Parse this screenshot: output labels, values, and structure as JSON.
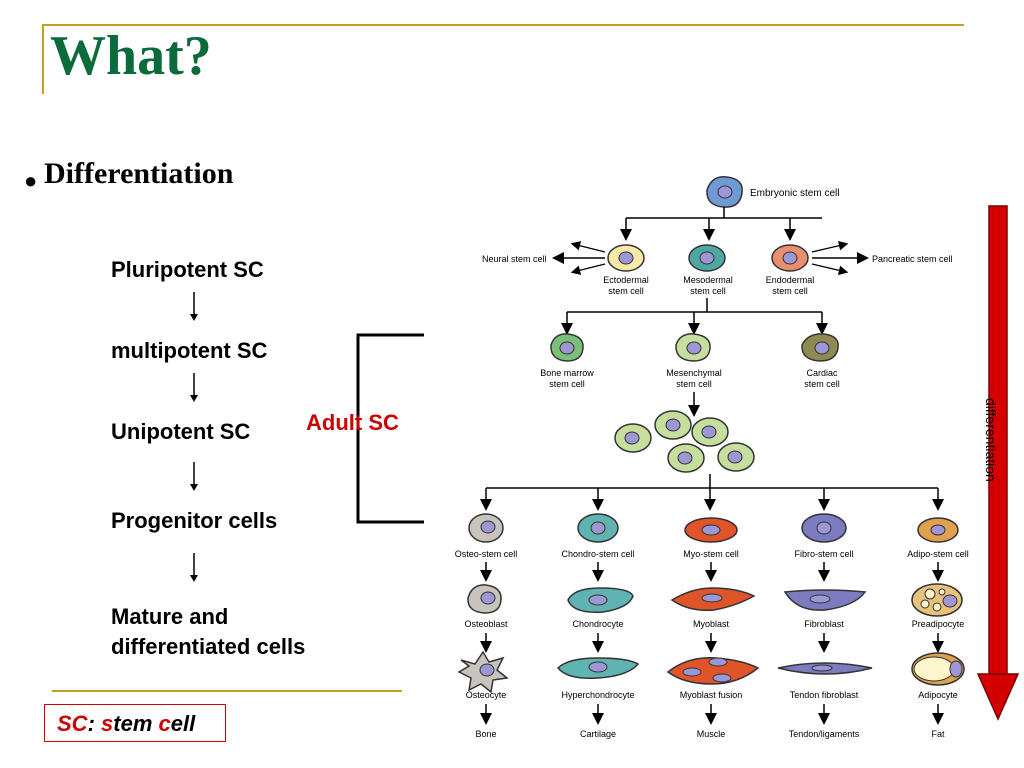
{
  "slide": {
    "title": "What?",
    "bullet": "Differentiation",
    "levels": [
      "Pluripotent SC",
      "multipotent SC",
      "Unipotent SC",
      "Progenitor cells",
      "Mature and",
      "differentiated cells"
    ],
    "adult_label": "Adult SC",
    "footnote": {
      "a": "SC",
      "b": ": ",
      "c": "s",
      "d": "tem ",
      "e": "c",
      "f": "ell"
    }
  },
  "diagram": {
    "top": "Embryonic stem cell",
    "germ": [
      "Ectodermal",
      "stem cell",
      "Mesodermal",
      "stem cell",
      "Endodermal",
      "stem cell"
    ],
    "side": [
      "Neural stem cell",
      "Pancreatic stem cell"
    ],
    "adult": [
      "Bone marrow",
      "stem cell",
      "Mesenchymal",
      "stem cell",
      "Cardiac",
      "stem cell"
    ],
    "lineage": [
      "Osteo-stem cell",
      "Chondro-stem cell",
      "Myo-stem cell",
      "Fibro-stem cell",
      "Adipo-stem cell"
    ],
    "row2": [
      "Osteoblast",
      "Chondrocyte",
      "Myoblast",
      "Fibroblast",
      "Preadipocyte"
    ],
    "row3": [
      "Osteocyte",
      "Hyperchondrocyte",
      "Myoblast fusion",
      "Tendon fibroblast",
      "Adipocyte"
    ],
    "row4": [
      "Bone",
      "Cartilage",
      "Muscle",
      "Tendon/ligaments",
      "Fat"
    ],
    "arrow_label": "differentiation"
  },
  "colors": {
    "title": "#0b6b3a",
    "accent_red": "#cc0000",
    "rule": "#c8a020",
    "embryonic": "#6f9ad6",
    "ecto": "#f7e9a8",
    "meso": "#4fa7a4",
    "endo": "#e8906e",
    "bonemarrow": "#7cbf7a",
    "mesenchymal": "#c6df9e",
    "cardiac": "#8e8a52",
    "osteo": "#c8c3bb",
    "chondro": "#5fb3b1",
    "myo": "#e0542a",
    "fibro": "#7d7bc0",
    "adipo": "#e0a050",
    "nucleus": "#9e97d6"
  }
}
